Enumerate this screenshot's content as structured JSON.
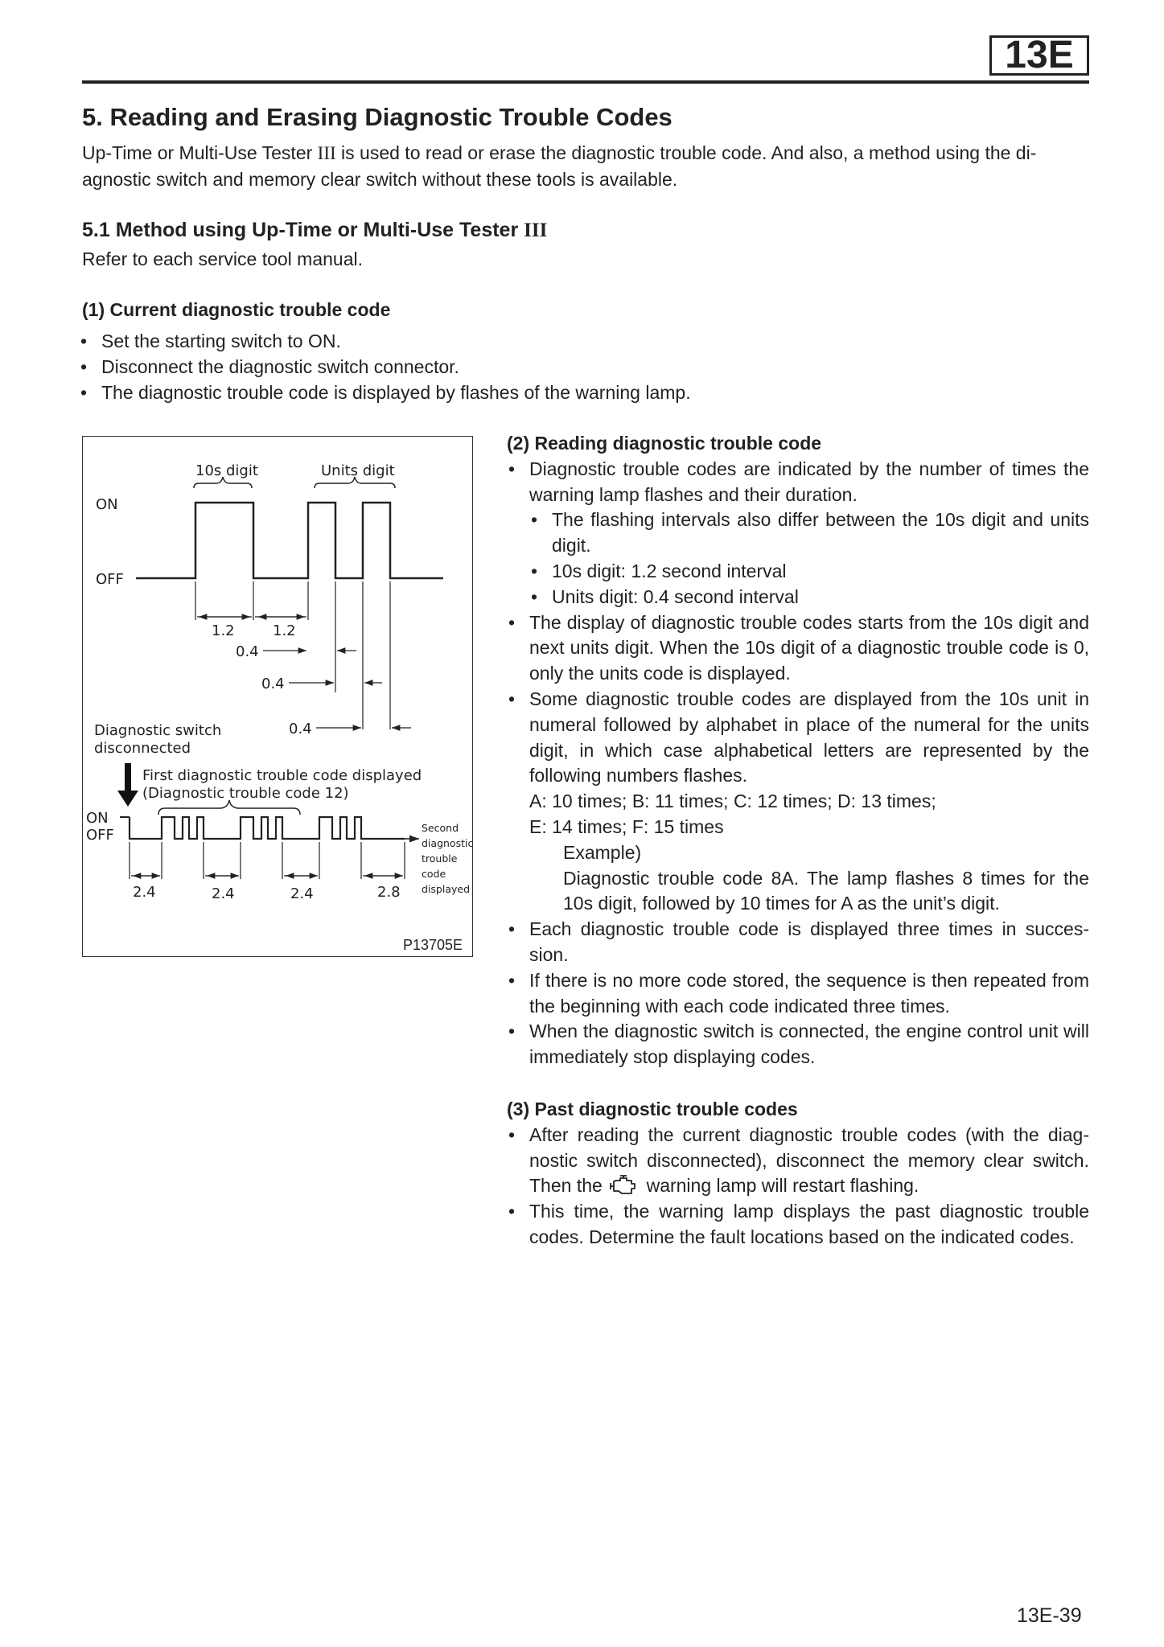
{
  "header": {
    "section_tab": "13E"
  },
  "section": {
    "title": "5.  Reading and Erasing Diagnostic Trouble Codes",
    "intro_before": "Up-Time or Multi-Use Tester ",
    "intro_roman": "III",
    "intro_line1_after": " is used to read or erase the diagnostic trouble code. And also, a method using the di-",
    "intro_line2": "agnostic switch and memory clear switch without these tools is available."
  },
  "subsection": {
    "title_before": "5.1  Method using Up-Time or Multi-Use Tester ",
    "title_roman": "III",
    "text": "Refer to each service tool manual."
  },
  "current": {
    "heading": "(1)  Current diagnostic trouble code",
    "items": [
      "Set the starting switch to ON.",
      "Disconnect the diagnostic switch connector.",
      "The diagnostic trouble code is displayed by flashes of the warning lamp."
    ]
  },
  "reading": {
    "heading": "(2)  Reading diagnostic trouble code",
    "b1": "Diagnostic trouble codes are indicated by the number of times the warning lamp flashes and their duration.",
    "s1": "The flashing intervals also differ between the 10s digit and units digit.",
    "s2": "10s digit: 1.2 second interval",
    "s3": "Units digit: 0.4 second interval",
    "b2": "The display of diagnostic trouble codes starts from the 10s digit and next units digit. When the 10s digit of a diagnostic trouble code is 0, only the units code is displayed.",
    "b3": "Some diagnostic trouble codes are displayed from the 10s unit in numeral followed by alphabet in place of the numeral for the units digit, in which case alphabetical letters are represented by the following numbers flashes.",
    "letters1": "A: 10 times; B: 11 times; C: 12 times; D: 13 times;",
    "letters2": "E: 14 times; F: 15 times",
    "example_label": "Example)",
    "example_text": "Diagnostic trouble code 8A. The lamp flashes 8 times for the 10s digit, followed by 10 times for A as the unit’s digit.",
    "b4": "Each diagnostic trouble code is displayed three times in succes-sion.",
    "b5": "If there is no more code stored, the sequence is then repeated from the beginning with each code indicated three times.",
    "b6": "When the diagnostic switch is connected, the engine control unit will immediately stop displaying codes."
  },
  "past": {
    "heading": "(3)  Past diagnostic trouble codes",
    "b1_before": "After reading the current diagnostic trouble codes (with the diag-nostic switch disconnected), disconnect the memory clear switch. Then the ",
    "b1_after": " warning lamp will restart flashing.",
    "b2": "This time, the warning lamp displays the past diagnostic trouble codes. Determine the fault locations based on the indicated codes."
  },
  "figure": {
    "tens_digit": "10s digit",
    "units_digit": "Units digit",
    "on": "ON",
    "off": "OFF",
    "t_12a": "1.2",
    "t_12b": "1.2",
    "t_04a": "0.4",
    "t_04b": "0.4",
    "t_04c": "0.4",
    "switch_line1": "Diagnostic switch",
    "switch_line2": "disconnected",
    "first_line1": "First diagnostic trouble code displayed",
    "first_line2": "(Diagnostic trouble code 12)",
    "on2": "ON",
    "off2": "OFF",
    "second_1": "Second",
    "second_2": "diagnostic",
    "second_3": "trouble",
    "second_4": "code",
    "second_5": "displayed",
    "d1": "2.4",
    "d2": "2.4",
    "d3": "2.4",
    "d4": "2.8",
    "fig_id": "P13705E"
  },
  "footer": {
    "page_number": "13E-39"
  }
}
